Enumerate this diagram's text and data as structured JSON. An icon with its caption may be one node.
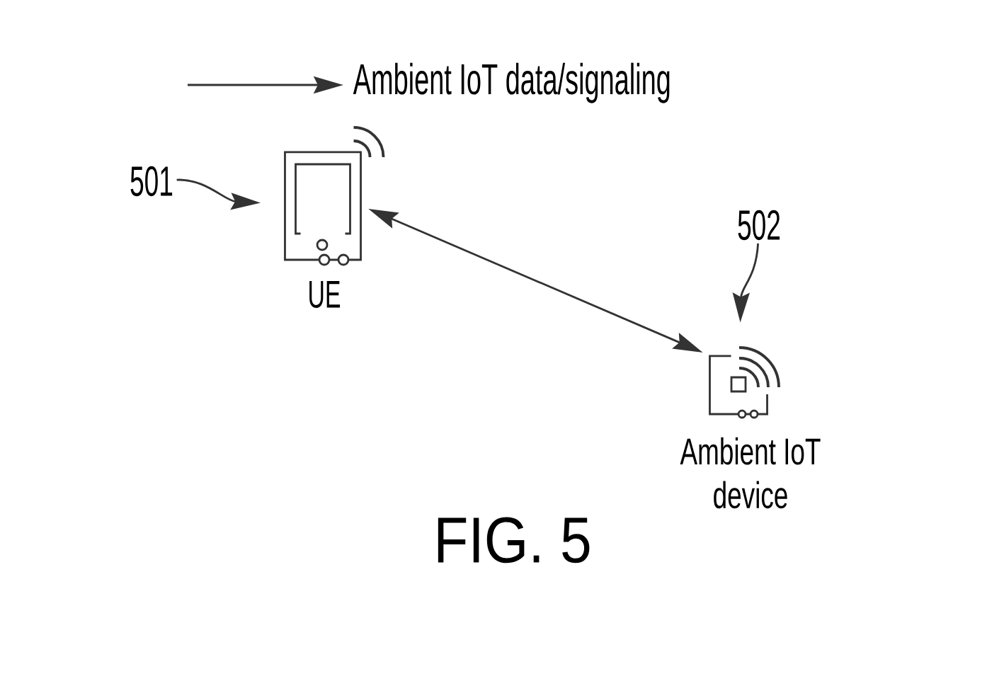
{
  "diagram": {
    "caption": "FIG. 5",
    "nodes": [
      {
        "text": [
          "501"
        ]
      },
      {
        "text": [
          "UE"
        ]
      },
      {
        "text": [
          "502"
        ]
      },
      {
        "text": [
          "Ambient IoT device"
        ]
      }
    ],
    "edges": [
      {
        "from": 0,
        "to": 1,
        "arrow": "to"
      },
      {
        "from": 1,
        "to": 3,
        "arrow": "both"
      },
      {
        "from": 2,
        "to": 3,
        "arrow": "to"
      }
    ],
    "legend": [
      {
        "text": "Ambient IoT data/signaling"
      }
    ]
  }
}
